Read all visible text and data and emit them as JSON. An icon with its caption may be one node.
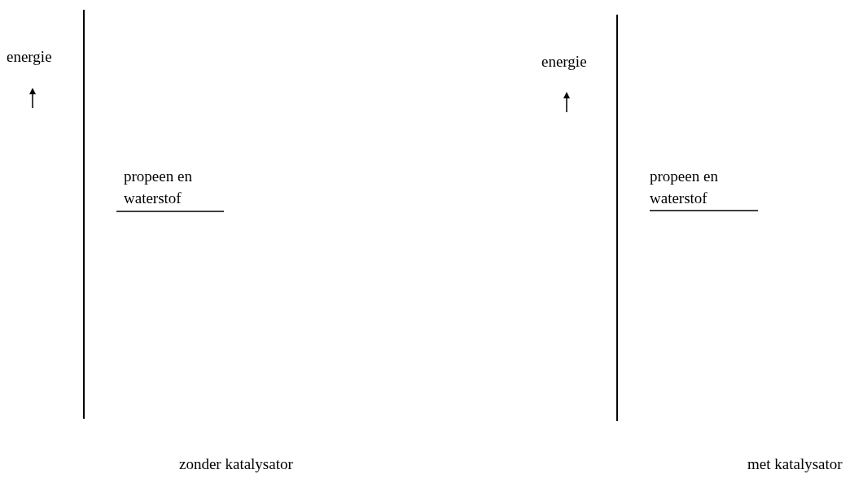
{
  "diagram": {
    "labels": [
      "energie",
      "propeen en waterstof",
      "zonder katalysator",
      "energie",
      "propeen en waterstof",
      "met katalysator"
    ]
  }
}
